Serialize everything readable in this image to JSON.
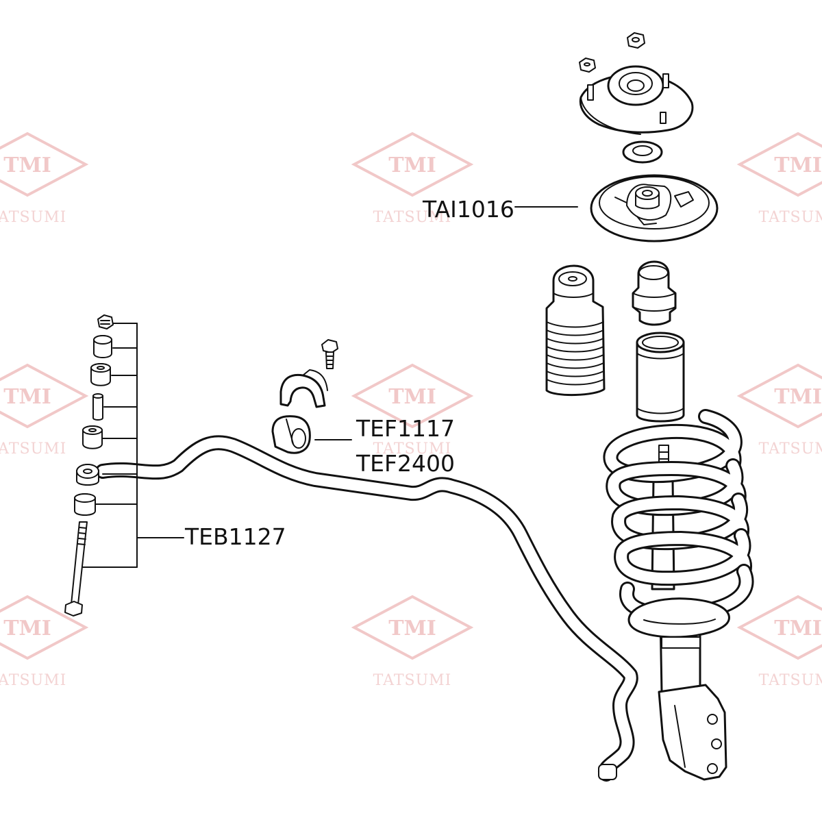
{
  "parts": {
    "strut_mount": "TAI1016",
    "bushing_a": "TEF1117",
    "bushing_b": "TEF2400",
    "stabilizer_link": "TEB1127"
  },
  "watermark": {
    "logo": "TMI",
    "brand": "TATSUMI",
    "color": "#f1c8c8"
  }
}
